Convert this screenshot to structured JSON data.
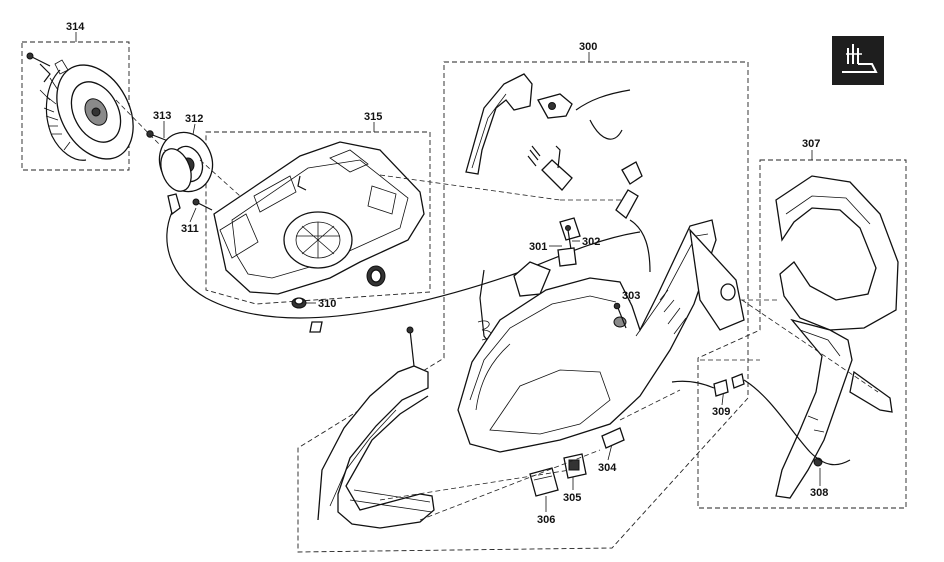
{
  "diagram": {
    "labels": [
      {
        "id": "314",
        "text": "314"
      },
      {
        "id": "313",
        "text": "313"
      },
      {
        "id": "312",
        "text": "312"
      },
      {
        "id": "311",
        "text": "311"
      },
      {
        "id": "315",
        "text": "315"
      },
      {
        "id": "310",
        "text": "310"
      },
      {
        "id": "300",
        "text": "300"
      },
      {
        "id": "301",
        "text": "301"
      },
      {
        "id": "302",
        "text": "302"
      },
      {
        "id": "303",
        "text": "303"
      },
      {
        "id": "304",
        "text": "304"
      },
      {
        "id": "305",
        "text": "305"
      },
      {
        "id": "306",
        "text": "306"
      },
      {
        "id": "307",
        "text": "307"
      },
      {
        "id": "308",
        "text": "308"
      },
      {
        "id": "309",
        "text": "309"
      }
    ],
    "logo_icon": "hedge-trimmer-icon"
  }
}
